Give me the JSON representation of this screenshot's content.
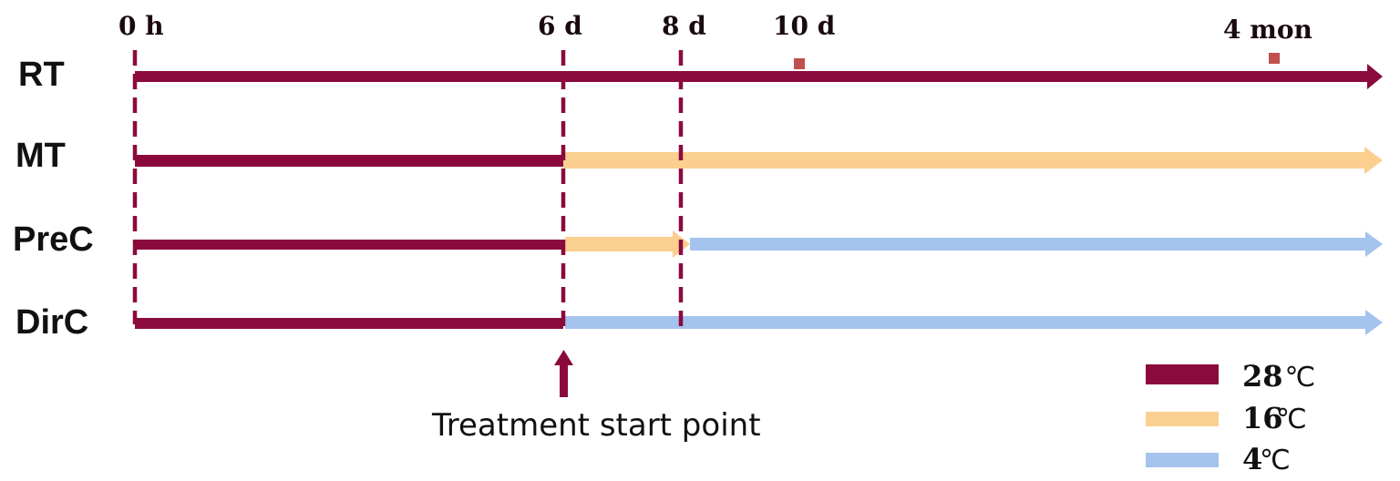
{
  "colors": {
    "c28": "#8b0a3e",
    "c16": "#fbcf8f",
    "c4": "#a4c3ee"
  },
  "timepoints": [
    {
      "id": "t0",
      "label": "0 h"
    },
    {
      "id": "t6d",
      "label": "6 d"
    },
    {
      "id": "t8d",
      "label": "8 d"
    },
    {
      "id": "t10d",
      "label": "10 d"
    },
    {
      "id": "t4mon",
      "label": "4 mon"
    }
  ],
  "groups": [
    {
      "id": "rt",
      "label": "RT",
      "segments": [
        {
          "from": "0 h",
          "to": "end",
          "temp": "28 ℃"
        }
      ]
    },
    {
      "id": "mt",
      "label": "MT",
      "segments": [
        {
          "from": "0 h",
          "to": "6 d",
          "temp": "28 ℃"
        },
        {
          "from": "6 d",
          "to": "end",
          "temp": "16℃"
        }
      ]
    },
    {
      "id": "prec",
      "label": "PreC",
      "segments": [
        {
          "from": "0 h",
          "to": "6 d",
          "temp": "28 ℃"
        },
        {
          "from": "6 d",
          "to": "8 d",
          "temp": "16℃"
        },
        {
          "from": "8 d",
          "to": "end",
          "temp": "4℃"
        }
      ]
    },
    {
      "id": "dirc",
      "label": "DirC",
      "segments": [
        {
          "from": "0 h",
          "to": "6 d",
          "temp": "28 ℃"
        },
        {
          "from": "6 d",
          "to": "end",
          "temp": "4℃"
        }
      ]
    }
  ],
  "sampling_points": [
    "10 d",
    "4 mon"
  ],
  "treatment_label": "Treatment start point",
  "legend": [
    {
      "num": "28",
      "unit": " ℃",
      "color": "#8b0a3e"
    },
    {
      "num": "16",
      "unit": "℃",
      "color": "#fbcf8f"
    },
    {
      "num": "4",
      "unit": "℃",
      "color": "#a4c3ee"
    }
  ]
}
